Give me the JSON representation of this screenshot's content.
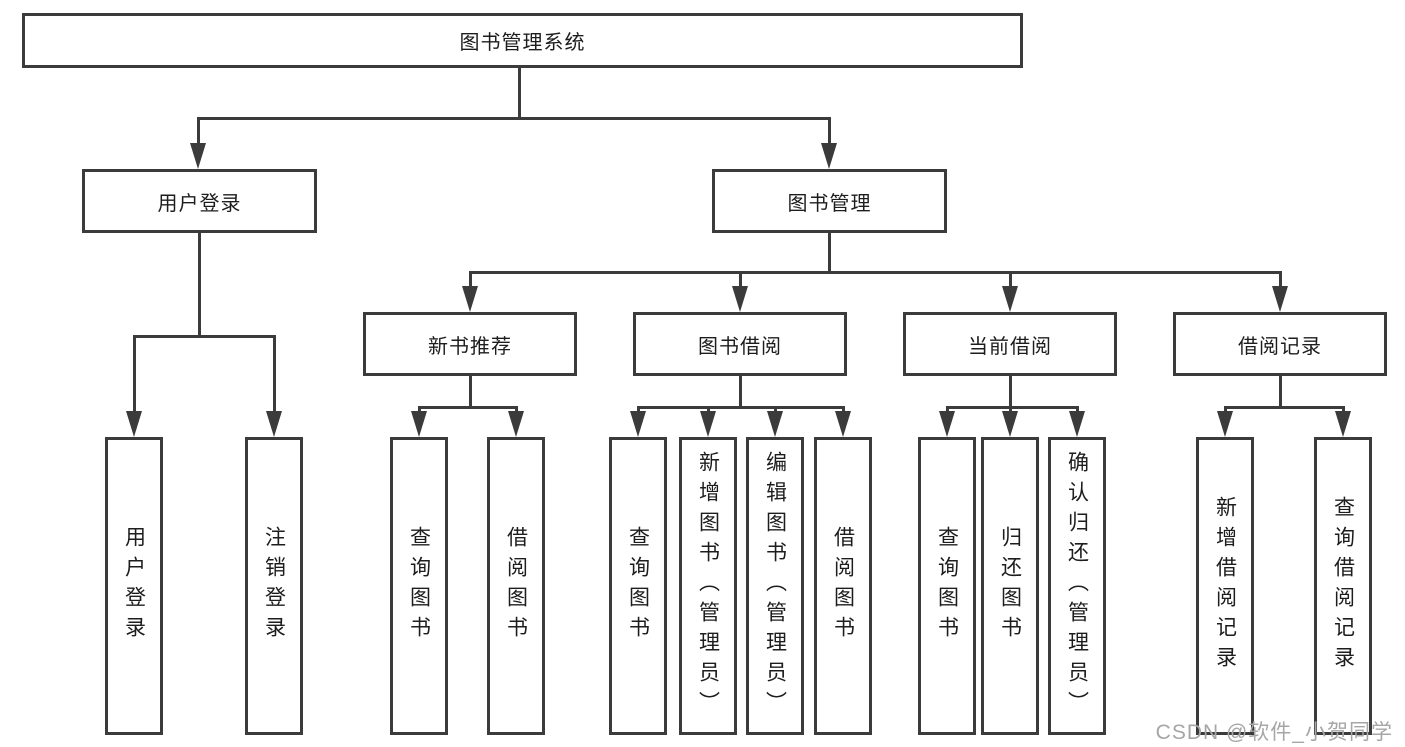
{
  "diagram": {
    "root": "图书管理系统",
    "level2": [
      "用户登录",
      "图书管理"
    ],
    "level3": [
      "新书推荐",
      "图书借阅",
      "当前借阅",
      "借阅记录"
    ],
    "login_children": [
      "用户登录",
      "注销登录"
    ],
    "newbook_children": [
      "查询图书",
      "借阅图书"
    ],
    "borrow_children": [
      "查询图书",
      "新增图书（管理员）",
      "编辑图书（管理员）",
      "借阅图书"
    ],
    "current_children": [
      "查询图书",
      "归还图书",
      "确认归还（管理员）"
    ],
    "record_children": [
      "新增借阅记录",
      "查询借阅记录"
    ]
  },
  "watermark": "CSDN @软件_小贺同学",
  "colors": {
    "line": "#3b3b3b",
    "text": "#1d1d1d",
    "background": "#ffffff",
    "watermark": "#a6a6a6"
  }
}
